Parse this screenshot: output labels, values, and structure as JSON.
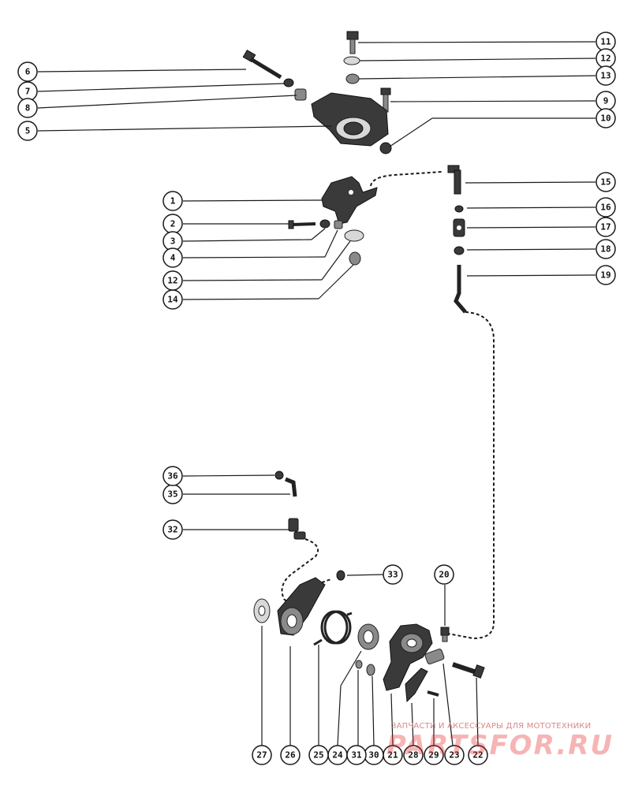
{
  "callouts": [
    {
      "id": "c-1",
      "label": "1"
    },
    {
      "id": "c-2",
      "label": "2"
    },
    {
      "id": "c-3",
      "label": "3"
    },
    {
      "id": "c-4",
      "label": "4"
    },
    {
      "id": "c-5",
      "label": "5"
    },
    {
      "id": "c-6",
      "label": "6"
    },
    {
      "id": "c-7",
      "label": "7"
    },
    {
      "id": "c-8",
      "label": "8"
    },
    {
      "id": "c-9",
      "label": "9"
    },
    {
      "id": "c-10",
      "label": "10"
    },
    {
      "id": "c-11",
      "label": "11"
    },
    {
      "id": "c-12a",
      "label": "12"
    },
    {
      "id": "c-12b",
      "label": "12"
    },
    {
      "id": "c-13",
      "label": "13"
    },
    {
      "id": "c-14",
      "label": "14"
    },
    {
      "id": "c-15",
      "label": "15"
    },
    {
      "id": "c-16",
      "label": "16"
    },
    {
      "id": "c-17",
      "label": "17"
    },
    {
      "id": "c-18",
      "label": "18"
    },
    {
      "id": "c-19",
      "label": "19"
    },
    {
      "id": "c-20",
      "label": "20"
    },
    {
      "id": "c-21",
      "label": "21"
    },
    {
      "id": "c-22",
      "label": "22"
    },
    {
      "id": "c-23",
      "label": "23"
    },
    {
      "id": "c-24",
      "label": "24"
    },
    {
      "id": "c-25",
      "label": "25"
    },
    {
      "id": "c-26",
      "label": "26"
    },
    {
      "id": "c-27",
      "label": "27"
    },
    {
      "id": "c-28",
      "label": "28"
    },
    {
      "id": "c-29",
      "label": "29"
    },
    {
      "id": "c-30",
      "label": "30"
    },
    {
      "id": "c-31",
      "label": "31"
    },
    {
      "id": "c-32",
      "label": "32"
    },
    {
      "id": "c-33",
      "label": "33"
    },
    {
      "id": "c-35",
      "label": "35"
    },
    {
      "id": "c-36",
      "label": "36"
    }
  ],
  "watermark": {
    "text": "ЗАПЧАСТИ И АКСЕССУАРЫ ДЛЯ МОТОТЕХНИКИ",
    "logo": "PARTSFOR.RU"
  },
  "colors": {
    "line": "#1a1a1a",
    "part": "#3a3a3a",
    "watermark": "#e02828"
  }
}
